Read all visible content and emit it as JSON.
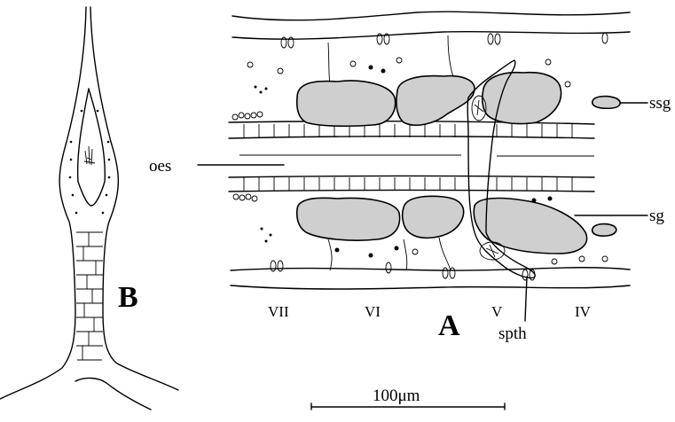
{
  "labels": {
    "panel_a": "A",
    "panel_b": "B",
    "oes": "oes",
    "ssg": "ssg",
    "sg": "sg",
    "spth": "spth",
    "seg_vii": "VII",
    "seg_vi": "VI",
    "seg_v": "V",
    "seg_iv": "IV"
  },
  "scale_bar": {
    "label": "100μm",
    "length_um": 100
  },
  "colors": {
    "ink": "#000000",
    "background": "#ffffff",
    "gland_stipple": "#cfcfcf"
  }
}
